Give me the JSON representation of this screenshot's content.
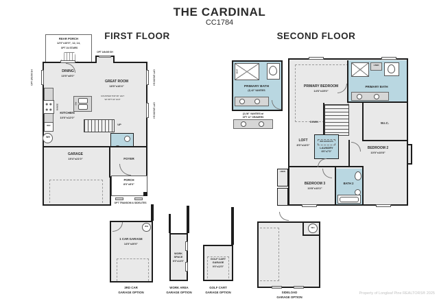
{
  "header": {
    "title": "THE CARDINAL",
    "code": "CC1784"
  },
  "ff": {
    "heading": "FIRST FLOOR",
    "rear_porch": {
      "name": "REAR PORCH",
      "dims": "12'0\"x10'0\", 12, 14,",
      "note": "OPT 1/4 STAIRS"
    },
    "opt_win_top": "OPT 1/6x5/0 SH",
    "opt_win_left": "OPT 2/6x5/0 SH",
    "opt_win_right_a": "OPT 2/6x5/0 SH",
    "opt_win_right_b": "OPT 2/6x5/0 SH",
    "dining": {
      "name": "DINING",
      "dims": "10'0\"x8'0\""
    },
    "great_room": {
      "name": "GREAT ROOM",
      "dims": "18'0\"x16'4\""
    },
    "kitchen": {
      "name": "KITCHEN",
      "dims": "10'0\"x12'0\""
    },
    "counter_note_1": "COUNTER TOP 36\" HGT",
    "counter_note_2": "W/ OPT 42\" HGT",
    "range": "RANGE",
    "dw": "DW",
    "ref": "REF",
    "wh": "WH",
    "up": "UP",
    "garage": {
      "name": "GARAGE",
      "dims": "19'4\"x21'0\""
    },
    "foyer": "FOYER",
    "porch": {
      "name": "PORCH",
      "dims": "8'0\"x5'0\""
    },
    "transom_note": "OPT TRANSOM & SIDELITES"
  },
  "sf": {
    "heading": "SECOND FLOOR",
    "opt_bath": {
      "name": "PRIMARY BATH",
      "vanities": "(2) 42\" VANITIES",
      "seat": "SEAT",
      "caption_1": "(2) 36\" VANITIES w/",
      "caption_2": "OPT 12\" DRAWERS"
    },
    "primary_bedroom": {
      "name": "PRIMARY BEDROOM",
      "dims": "14'6\"x15'0\""
    },
    "primary_bath": "PRIMARY BATH",
    "linen": "LINEN",
    "wic": "W.I.C.",
    "down": "DOWN",
    "loft": {
      "name": "LOFT",
      "dims": "8'0\"x14'0\""
    },
    "laundry": {
      "name": "LAUNDRY",
      "dims": "6'0\"x7'0\"",
      "note": "W/D HOOKUPS"
    },
    "bedroom2": {
      "name": "BEDROOM 2",
      "dims": "10'0\"x10'8\""
    },
    "bedroom3": {
      "name": "BEDROOM 3",
      "dims": "10'8\"x10'2\""
    },
    "bath2": "BATH 2",
    "linen2": "LINEN"
  },
  "options": [
    {
      "name": "1 CAR GARAGE",
      "dims": "14'0\"x20'0\"",
      "wh": "WH",
      "caption_1": "3RD CAR",
      "caption_2": "GARAGE OPTION"
    },
    {
      "name": "WORK",
      "name2": "SPACE",
      "dims": "6'0\"x14'0\"",
      "caption_1": "WORK AREA",
      "caption_2": "GARAGE OPTION"
    },
    {
      "name": "GOLF CART",
      "name2": "GARAGE",
      "dims": "9'0\"x12'0\"",
      "caption_1": "GOLF CART",
      "caption_2": "GARAGE OPTION"
    },
    {
      "wh": "WH",
      "caption_1": "SIDELOAD",
      "caption_2": "GARAGE OPTION"
    }
  ],
  "watermark": "Property of Longleaf Pine REALTORS® 2025",
  "colors": {
    "floor": "#e9e9e9",
    "bath": "#b9d7e1",
    "wall": "#1c1c1c"
  }
}
